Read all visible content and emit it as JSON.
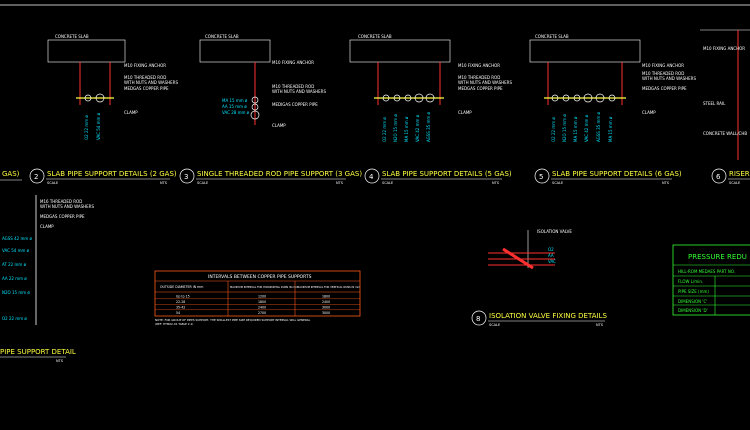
{
  "colors": {
    "background": "#000000",
    "slab": "#ffffff",
    "rod": "#ff3030",
    "text_white": "#ffffff",
    "text_yellow": "#ffff40",
    "cyan": "#00e5ff",
    "green": "#33ff33",
    "table_border": "#ff5a1a",
    "pressure_border": "#33ff33"
  },
  "details": {
    "d2": {
      "num": "2",
      "title": "SLAB PIPE SUPPORT DETAILS (2 GAS)",
      "scale": "SCALE",
      "nts": "NTS"
    },
    "d3": {
      "num": "3",
      "title": "SINGLE THREADED ROD PIPE SUPPORT (3 GAS)",
      "scale": "SCALE",
      "nts": "NTS"
    },
    "d4": {
      "num": "4",
      "title": "SLAB PIPE SUPPORT DETAILS (5 GAS)",
      "scale": "SCALE",
      "nts": "NTS"
    },
    "d5": {
      "num": "5",
      "title": "SLAB PIPE SUPPORT DETAILS (6 GAS)",
      "scale": "SCALE",
      "nts": "NTS"
    },
    "d6": {
      "num": "6",
      "title": "RISER",
      "scale": "SCALE"
    },
    "d8": {
      "num": "8",
      "title": "ISOLATION VALVE FIXING DETAILS",
      "scale": "SCALE",
      "nts": "NTS"
    },
    "d1_partial_left": {
      "title": "GAS)"
    },
    "d7_partial_left": {
      "title": "PIPE SUPPORT DETAIL",
      "nts": "NTS"
    }
  },
  "labels": {
    "concrete_slab": "CONCRETE SLAB",
    "m10_fixing_anchor": "M10 FIXING ANCHOR",
    "m10_threaded_rod": "M10 THREADED ROD",
    "with_nuts": "WITH NUTS AND WASHERS",
    "medgas_copper_pipe": "MEDGAS COPPER PIPE",
    "medigas_copper_pipe": "MEDIGAS COPPER PIPE",
    "clamp": "CLAMP",
    "steel_rail": "STEEL RAIL",
    "concrete_wall": "CONCRETE WALL/CHB",
    "m16_threaded_rod": "M16 THREADED ROD",
    "isolation_valve": "ISOLATION VALVE"
  },
  "pipe_sizes": {
    "d2": [
      "O2 22 mm ø",
      "VAC 54 mm ø"
    ],
    "d3": [
      "MA 15 mm ø",
      "AA 15 mm ø",
      "VAC 28 mm ø"
    ],
    "d4": [
      "O2 22 mm ø",
      "N2O 15 mm ø",
      "MA 15 mm ø",
      "VAC 42 mm ø",
      "AGSS 35 mm ø"
    ],
    "d5": [
      "O2 22 mm ø",
      "N2O 15 mm ø",
      "MA 15 mm ø",
      "VAC 42 mm ø",
      "AGSS 35 mm ø",
      "MA 15 mm ø"
    ],
    "left": [
      "AGSS 42 mm ø",
      "VAC 54 mm ø",
      "AT 22 mm ø",
      "AA 22 mm ø",
      "N2O 15 mm ø",
      "O2 22 mm ø"
    ],
    "valve": [
      "O2",
      "AA",
      "VAC"
    ]
  },
  "intervals_table": {
    "title": "INTERVALS BETWEEN COPPER PIPE SUPPORTS",
    "headers": [
      "OUTSIDE DIAMETER IN mm",
      "MAXIMUM INTERVAL FOR HORIZONTAL RUNS IN mm",
      "MAXIMUM INTERVAL FOR VERTICAL RUNS IN mm"
    ],
    "rows": [
      [
        "Up to 15",
        "1200",
        "1800"
      ],
      [
        "22-28",
        "1800",
        "2400"
      ],
      [
        "35-42",
        "2400",
        "3000"
      ],
      [
        "54",
        "2700",
        "3000"
      ]
    ],
    "note": "NOTE: FOR GROUP OF PIPES SUPPORT, THE SMALLEST PIPE SIZE REQUIRED SUPPORT INTERVAL WILL GENERAL",
    "note2": "(REF: HTM02-01 TABLE 2.1)"
  },
  "pressure_table": {
    "title": "PRESSURE REDU",
    "rows": [
      "HILL-ROM MEDAES PART NO.",
      "FLOW L/min.",
      "PIPE SIZE (mm)",
      "DIMENSION 'C'",
      "DIMENSION 'D'"
    ]
  }
}
